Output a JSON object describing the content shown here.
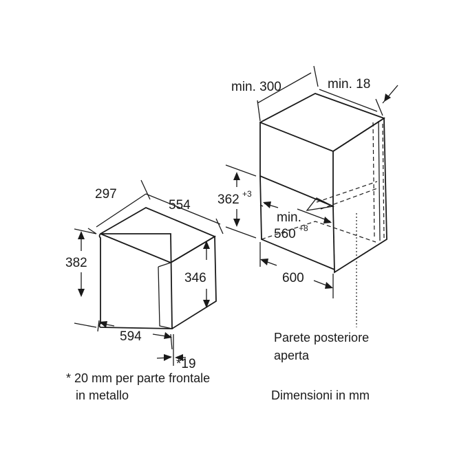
{
  "dimensions": {
    "oven_depth": "297",
    "oven_side": "554",
    "oven_height": "382",
    "oven_inner_height": "346",
    "oven_width": "594",
    "front_offset": "*19",
    "cabinet_min_depth": "min. 300",
    "cabinet_min_side": "min. 18",
    "niche_height": "362",
    "niche_height_tol": "+3",
    "niche_min_label": "min.",
    "niche_width": "560",
    "niche_width_tol": "+8",
    "cabinet_width": "600"
  },
  "notes": {
    "back_wall_line1": "Parete posteriore",
    "back_wall_line2": "aperta",
    "footnote_line1": "* 20 mm per parte frontale",
    "footnote_line2": "in metallo",
    "units": "Dimensioni in mm"
  }
}
